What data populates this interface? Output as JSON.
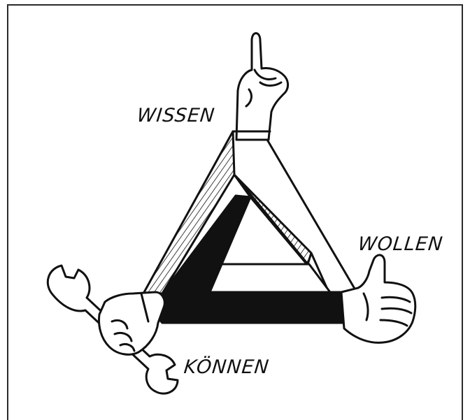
{
  "labels": {
    "wissen": "WISSEN",
    "wollen": "WOLLEN",
    "koennen": "KÖNNEN"
  },
  "colors": {
    "ink": "#111111",
    "paper": "#ffffff",
    "frame": "#2a2a2a"
  },
  "icons": {
    "top": "pointing-finger-hand-icon",
    "right": "thumbs-up-hand-icon",
    "bottom_left": "hand-holding-wrench-icon"
  }
}
